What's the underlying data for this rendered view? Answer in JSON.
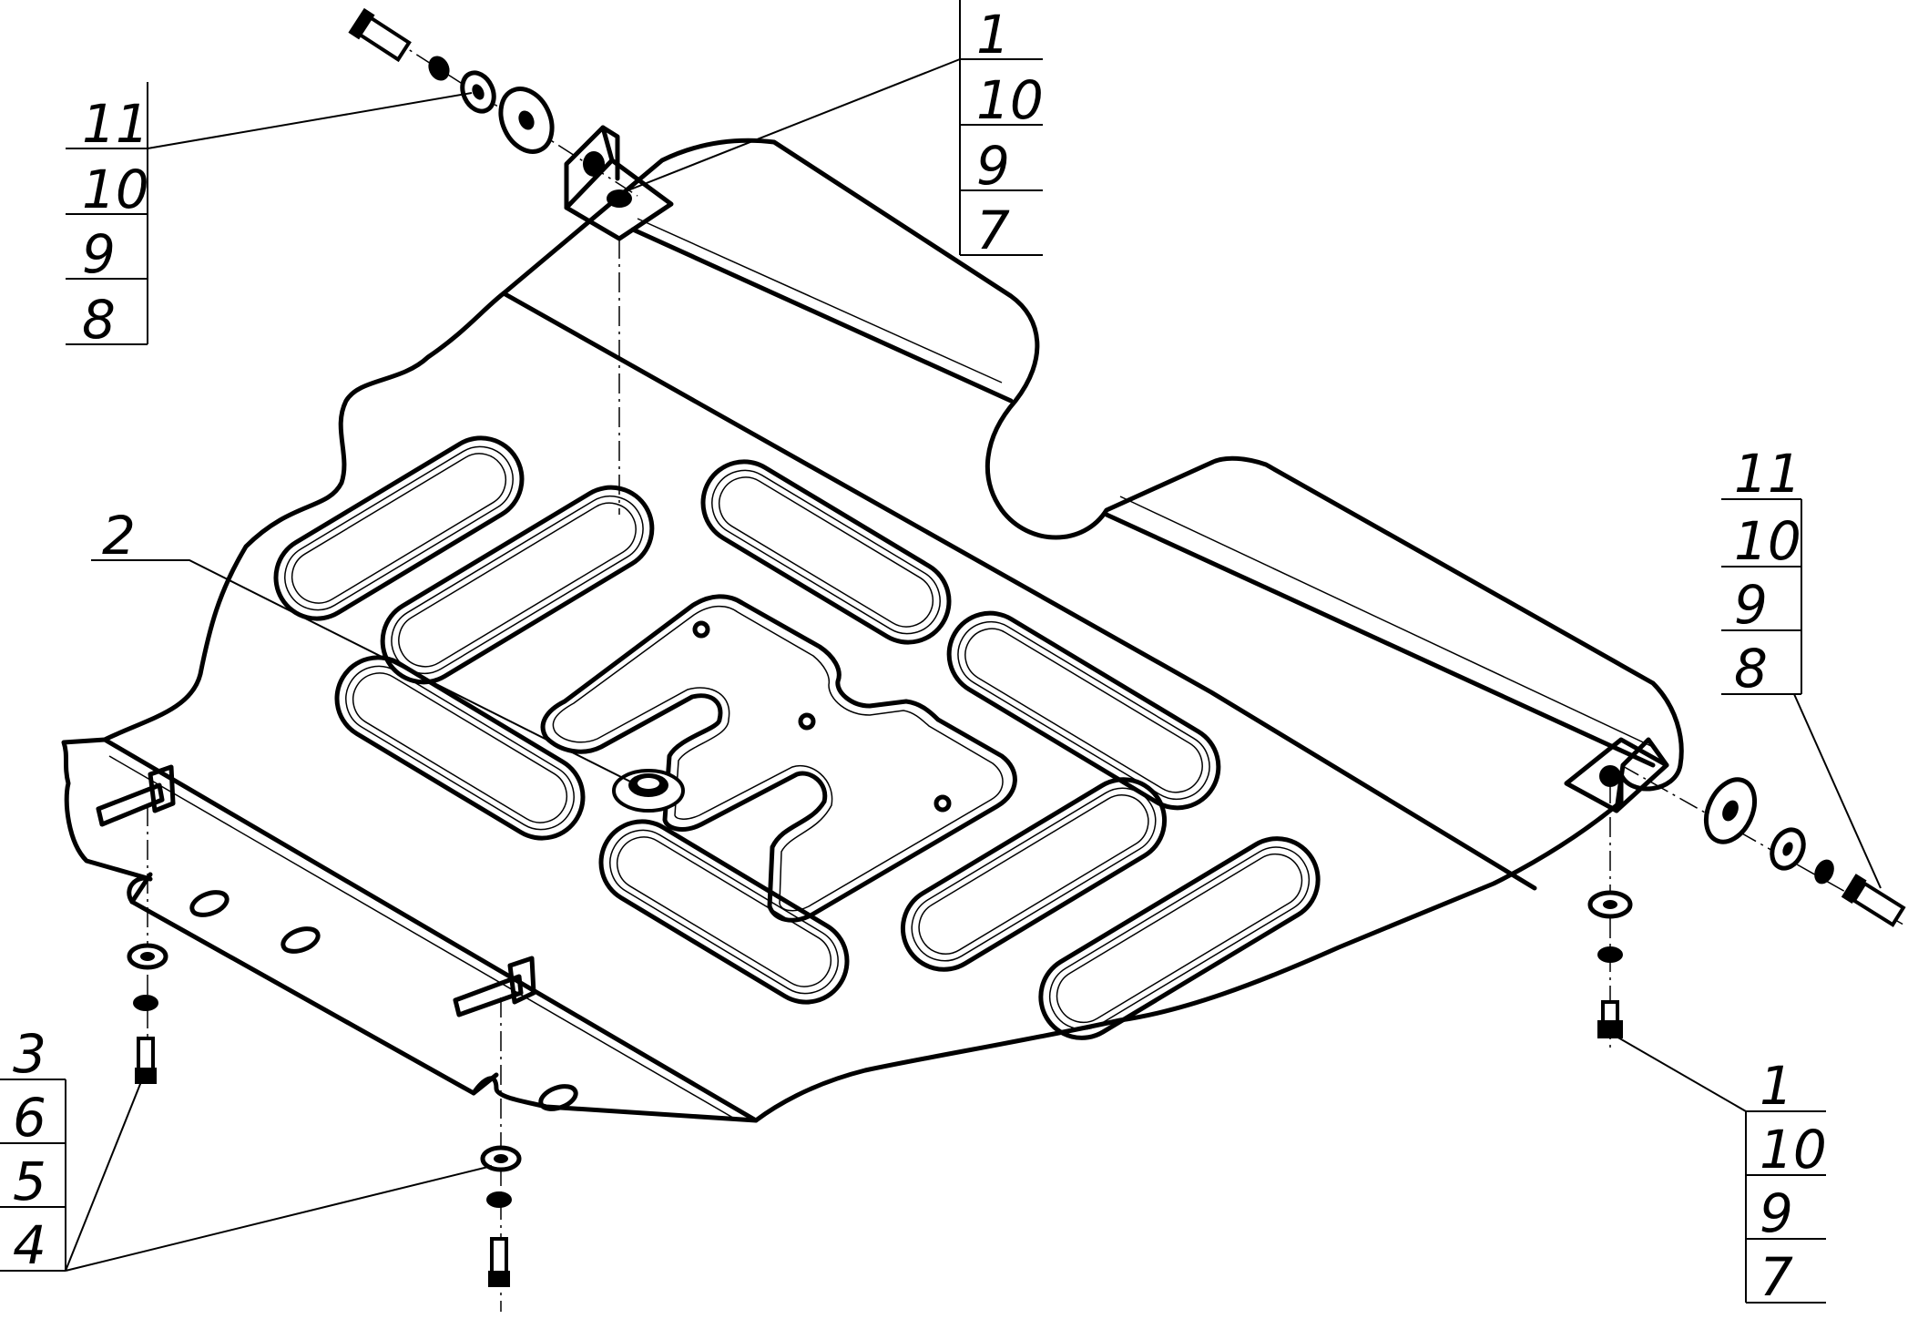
{
  "callouts": [
    {
      "id": "top-left",
      "numbers": [
        "11",
        "10",
        "9",
        "8"
      ]
    },
    {
      "id": "top-center",
      "numbers": [
        "1",
        "10",
        "9",
        "7"
      ]
    },
    {
      "id": "right",
      "numbers": [
        "11",
        "10",
        "9",
        "8"
      ]
    },
    {
      "id": "bottom-right",
      "numbers": [
        "1",
        "10",
        "9",
        "7"
      ]
    },
    {
      "id": "bottom-left",
      "numbers": [
        "3",
        "6",
        "5",
        "4"
      ]
    }
  ],
  "part_label": "2"
}
